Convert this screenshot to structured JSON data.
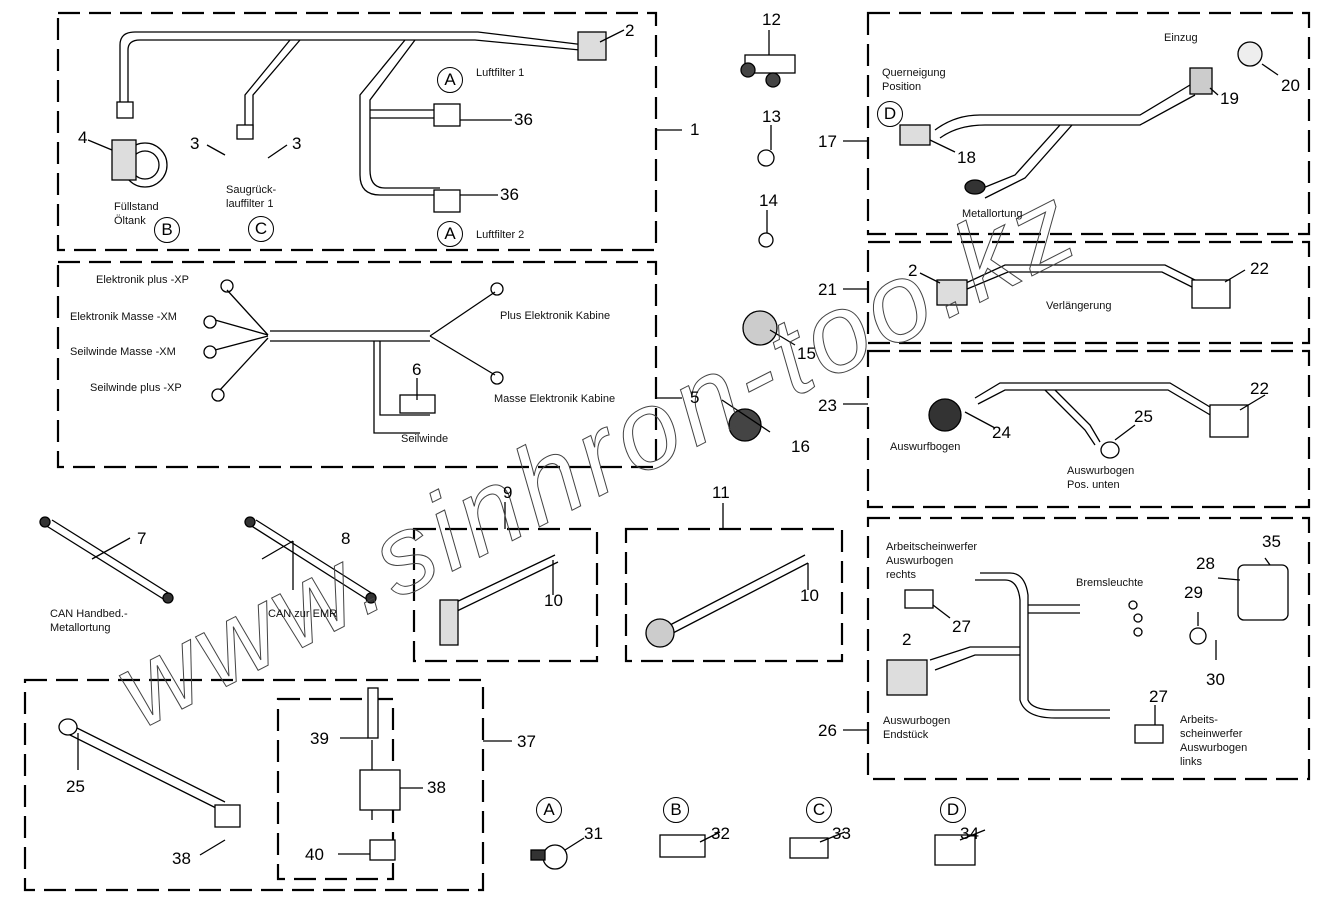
{
  "watermark": "www.sinhron-too.kz",
  "groups": {
    "g1": {
      "callout": "1",
      "labels": {
        "fuellstand": "Füllstand\nÖltank",
        "saug": "Saugrück-\nlauffilter 1",
        "luft1": "Luftfilter 1",
        "luft2": "Luftfilter 2"
      },
      "parts": {
        "p2": "2",
        "p3a": "3",
        "p3b": "3",
        "p4": "4",
        "p36a": "36",
        "p36b": "36"
      },
      "refs": {
        "B": "B",
        "C": "C",
        "A1": "A",
        "A2": "A"
      }
    },
    "g5": {
      "callout": "5",
      "labels": {
        "elekplus": "Elektronik plus -XP",
        "elekmasse": "Elektronik Masse -XM",
        "seilmasse": "Seilwinde Masse -XM",
        "seilplus": "Seilwinde plus -XP",
        "pluskab": "Plus Elektronik Kabine",
        "massekab": "Masse Elektronik Kabine",
        "seilwinde": "Seilwinde"
      },
      "parts": {
        "p6": "6"
      }
    },
    "single": {
      "p7": "7",
      "p8": "8",
      "p12": "12",
      "p13": "13",
      "p14": "14",
      "p15": "15",
      "p16": "16",
      "l7": "CAN Handbed.-\nMetallortung",
      "l8": "CAN zur EMR"
    },
    "g9": {
      "callout": "9",
      "parts": {
        "p10": "10"
      }
    },
    "g11": {
      "callout": "11",
      "parts": {
        "p10": "10"
      }
    },
    "g17": {
      "callout": "17",
      "labels": {
        "quer": "Querneigung\nPosition",
        "einzug": "Einzug",
        "metall": "Metallortung"
      },
      "parts": {
        "p18": "18",
        "p19": "19",
        "p20": "20"
      },
      "refs": {
        "D": "D"
      }
    },
    "g21": {
      "callout": "21",
      "labels": {
        "verl": "Verlängerung"
      },
      "parts": {
        "p2": "2",
        "p22": "22"
      }
    },
    "g23": {
      "callout": "23",
      "labels": {
        "ausw": "Auswurfbogen",
        "auswpos": "Auswurbogen\nPos. unten"
      },
      "parts": {
        "p22": "22",
        "p24": "24",
        "p25": "25"
      }
    },
    "g26": {
      "callout": "26",
      "labels": {
        "arbre": "Arbeitscheinwerfer\nAuswurbogen\nrechts",
        "brems": "Bremsleuchte",
        "endst": "Auswurbogen\nEndstück",
        "arbli": "Arbeits-\nscheinwerfer\nAuswurbogen\nlinks"
      },
      "parts": {
        "p2": "2",
        "p27a": "27",
        "p27b": "27",
        "p28": "28",
        "p29": "29",
        "p30": "30",
        "p35": "35"
      }
    },
    "g37": {
      "callout": "37",
      "parts": {
        "p25": "25",
        "p38a": "38",
        "p38b": "38",
        "p39": "39",
        "p40": "40"
      }
    },
    "sensors": {
      "A": "A",
      "B": "B",
      "C": "C",
      "D": "D",
      "p31": "31",
      "p32": "32",
      "p33": "33",
      "p34": "34"
    }
  }
}
